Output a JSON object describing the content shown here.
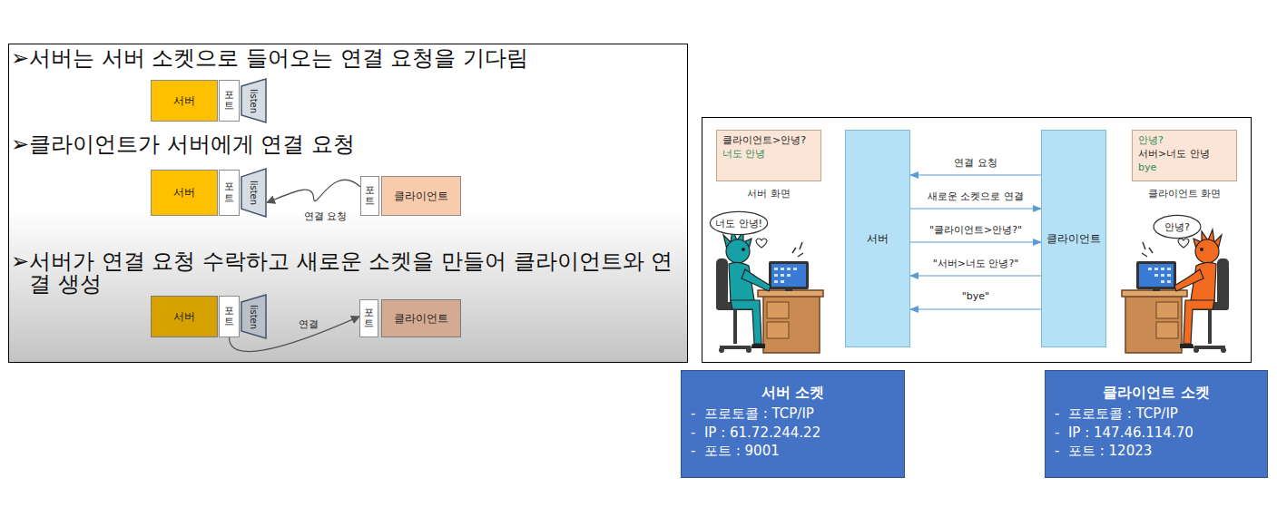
{
  "diagram": {
    "nodes": [
      {
        "text": [
          "서버"
        ]
      },
      {
        "text": [
          "포트"
        ]
      },
      {
        "text": [
          "listen"
        ]
      },
      {
        "text": [
          "서버"
        ]
      },
      {
        "text": [
          "포트"
        ]
      },
      {
        "text": [
          "listen"
        ]
      },
      {
        "text": [
          "포트"
        ]
      },
      {
        "text": [
          "클라이언트"
        ]
      },
      {
        "text": [
          "서버"
        ]
      },
      {
        "text": [
          "포트"
        ]
      },
      {
        "text": [
          "listen"
        ]
      },
      {
        "text": [
          "포트"
        ]
      },
      {
        "text": [
          "클라이언트"
        ]
      },
      {
        "text": [
          "클라이언트>안녕?",
          "너도 안녕",
          "서버 화면"
        ]
      },
      {
        "text": [
          "서버"
        ]
      },
      {
        "text": [
          "클라이언트"
        ]
      },
      {
        "text": [
          "안녕?",
          "서버>너도 안녕",
          "bye",
          "클라이언트 화면"
        ]
      },
      {
        "text": [
          "너도 안녕!"
        ]
      },
      {
        "text": [
          "안녕?"
        ]
      },
      {
        "text": [
          "서버 소켓",
          "-  프로토콜 : TCP/IP",
          "-  IP : 61.72.244.22",
          "-  포트 : 9001"
        ]
      },
      {
        "text": [
          "클라이언트 소켓",
          "-  프로토콜 : TCP/IP",
          "-  IP : 147.46.114.70",
          "-  포트 : 12023"
        ]
      }
    ],
    "edges": [
      {
        "from": 6,
        "to": 5,
        "label": "연결 요청",
        "arrow": "to"
      },
      {
        "from": 9,
        "to": 11,
        "label": "연결",
        "arrow": "to"
      },
      {
        "from": 15,
        "to": 14,
        "label": "연결 요청",
        "arrow": "to"
      },
      {
        "from": 14,
        "to": 15,
        "label": "새로운 소켓으로 연결",
        "arrow": "to"
      },
      {
        "from": 14,
        "to": 15,
        "label": "\"클라이언트>안녕?\"",
        "arrow": "to"
      },
      {
        "from": 15,
        "to": 14,
        "label": "\"서버>너도 안녕?\"",
        "arrow": "to"
      },
      {
        "from": 15,
        "to": 14,
        "label": "\"bye\"",
        "arrow": "to"
      }
    ],
    "labels": [
      "➢서버는 서버 소켓으로 들어오는 연결 요청을 기다림",
      "➢클라이언트가 서버에게 연결 요청",
      "➢서버가 연결 요청 수락하고 새로운 소켓을 만들어 클라이언트와 연결 생성"
    ]
  }
}
